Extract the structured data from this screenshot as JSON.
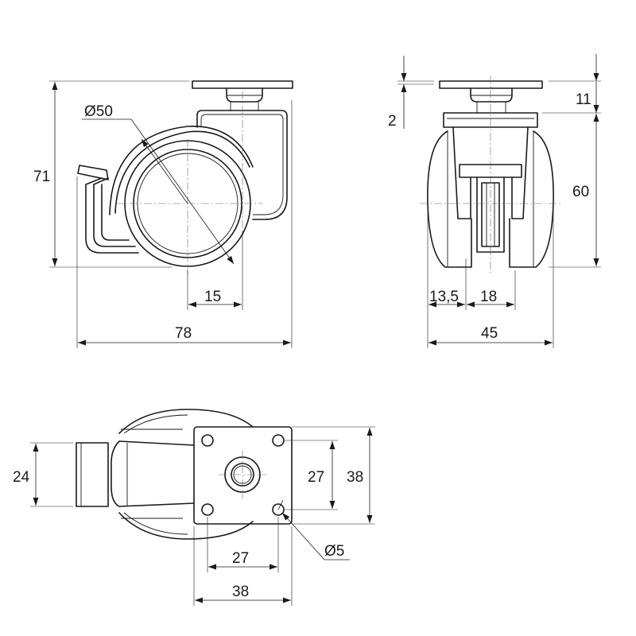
{
  "colors": {
    "line": "#1a1a1a",
    "background": "#ffffff",
    "centerline": "#666666"
  },
  "side_view": {
    "dim_wheel_diameter": "Ø50",
    "dim_total_height": "71",
    "dim_offset": "15",
    "dim_total_length": "78"
  },
  "front_view": {
    "dim_plate_thickness": "2",
    "dim_plate_height": "11",
    "dim_wheel_height": "60",
    "dim_wheel_width": "13,5",
    "dim_fork_width": "18",
    "dim_total_width": "45"
  },
  "top_view": {
    "dim_brake_width": "24",
    "dim_hole_spacing_y": "27",
    "dim_plate_y": "38",
    "dim_hole_diameter": "Ø5",
    "dim_hole_spacing_x": "27",
    "dim_plate_x": "38"
  }
}
